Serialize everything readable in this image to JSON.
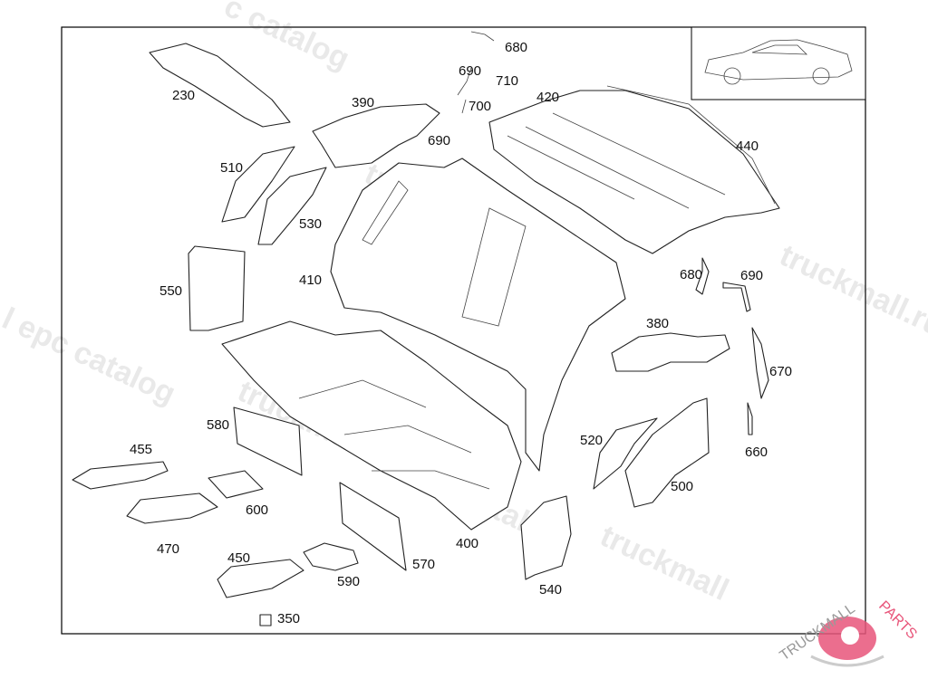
{
  "diagram": {
    "part_labels": [
      "230",
      "390",
      "680",
      "690",
      "710",
      "700",
      "420",
      "690",
      "440",
      "510",
      "530",
      "410",
      "550",
      "680",
      "690",
      "380",
      "670",
      "520",
      "660",
      "500",
      "580",
      "455",
      "600",
      "470",
      "400",
      "570",
      "450",
      "590",
      "540",
      "350"
    ],
    "inset_image": "car-side-view-thumbnail"
  },
  "watermarks": [
    "c catalog",
    "truckmall.ru e",
    "l epc catalog",
    "truckmall.ru e",
    "truckmall.ru epc catalog",
    "truckmall"
  ],
  "logo": {
    "text_gray": "TRUCKMALL",
    "text_red": "PARTS",
    "color_red": "#e8557a",
    "color_gray": "#999999"
  }
}
